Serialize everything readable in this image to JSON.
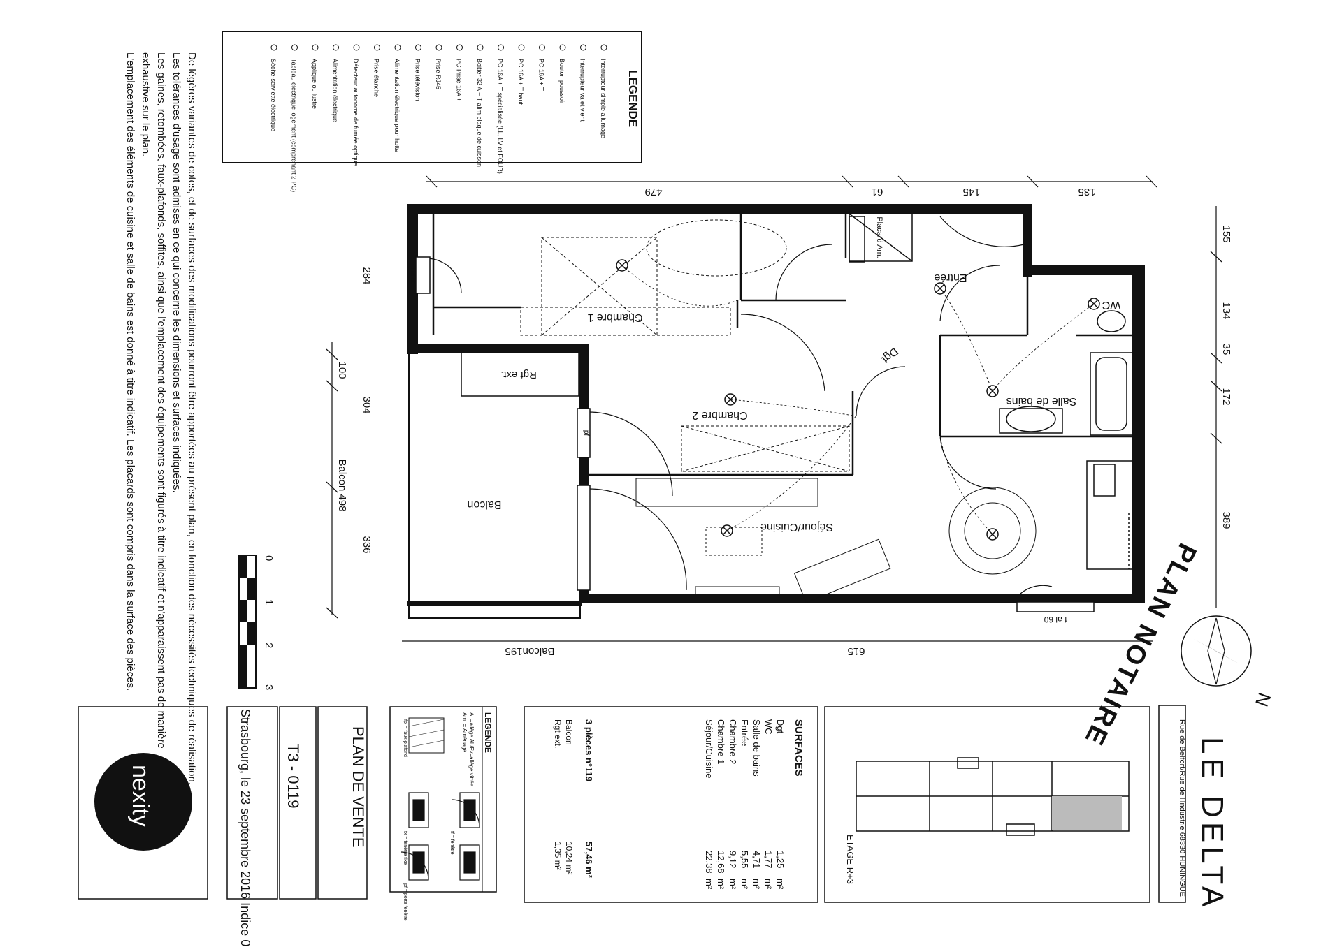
{
  "legend_symbols": {
    "title": "LEGENDE",
    "items": [
      "Interrupteur simple allumage",
      "Interrupteur va et vient",
      "Bouton poussoir",
      "PC 16A + T",
      "PC 16A + T haut",
      "PC 16A + T spécialisée (LL, LV et FOUR)",
      "Boitier 32 A + T alim plaque de cuisson",
      "PC Prise 16A + T",
      "Prise RJ45",
      "Prise télévision",
      "Alimentation électrique pour hotte",
      "Prise étanche",
      "Détecteur autonome de fumée optique",
      "Alimentation électrique",
      "Applique ou lustre",
      "Tableau électrique logement (comprenant 2 PC)",
      "Sèche-serviette électrique"
    ]
  },
  "disclaimer": [
    "De légères variantes de cotes, et de surfaces des modifications pourront être apportées au présent plan, en fonction des nécessités techniques de réalisation.",
    "Les tolérances d'usage sont admises en ce qui concerne les dimensions et surfaces indiquées.",
    "Les gaines, retombées, faux-plafonds, soffites, ainsi que l'emplacement des équipements sont figurés à titre indicatif et n'apparaissent pas de manière",
    "exhaustive sur le plan.",
    "L'emplacement des éléments de cuisine et salle de bains est donné à titre indicatif. Les placards sont compris dans la surface des pièces."
  ],
  "dimensions": {
    "top": [
      "479",
      "61",
      "145",
      "135"
    ],
    "right": [
      "155",
      "134",
      "35",
      "172",
      "389"
    ],
    "left": [
      "284",
      "100",
      "304",
      "Balcon 498",
      "336"
    ],
    "bottom": [
      "Balcon195",
      "615"
    ]
  },
  "rooms": {
    "chambre1": "Chambre 1",
    "chambre2": "Chambre 2",
    "entree": "Entrée",
    "dgt": "Dgt",
    "wc": "WC",
    "salle_de_bains": "Salle de bains",
    "sejour": "Séjour/Cuisine",
    "balcon": "Balcon",
    "rgt": "Rgt ext.",
    "placard": "Placard Am.",
    "f_al_60": "f al 60",
    "fal": "f al 60",
    "pf": "pf"
  },
  "plan_title": "PLAN NOTAIRE",
  "north": "N",
  "scale": [
    "0",
    "1",
    "2",
    "3"
  ],
  "project": {
    "name": "LE DELTA",
    "address": "Rue de Belfort/Rue de l'Industrie 68330 HUNINGUE",
    "floor": "ETAGE   R+3"
  },
  "surfaces": {
    "title": "SURFACES",
    "rows": [
      {
        "name": "Dgt",
        "value": "1,25",
        "unit": "m²"
      },
      {
        "name": "WC",
        "value": "1,77",
        "unit": "m²"
      },
      {
        "name": "Salle de bains",
        "value": "4,71",
        "unit": "m²"
      },
      {
        "name": "Entrée",
        "value": "5,55",
        "unit": "m²"
      },
      {
        "name": "Chambre 2",
        "value": "9,12",
        "unit": "m²"
      },
      {
        "name": "Chambre 1",
        "value": "12,68",
        "unit": "m²"
      },
      {
        "name": "Séjour/Cuisine",
        "value": "22,38",
        "unit": "m²"
      }
    ],
    "total_label": "3 pièces n°119",
    "total_value": "57,46 m²",
    "extras": [
      {
        "name": "Balcon",
        "value": "10,24 m²"
      },
      {
        "name": "Rgt ext.",
        "value": "1,35 m²"
      }
    ]
  },
  "legend2": {
    "title": "LEGENDE",
    "line1": "AL=allège   AL/Fv=allège vitrée",
    "line2": "Am. = Aménagé",
    "fpl": "fpl = faux-plafond",
    "ff": "ff = fenêtre",
    "fixe": "fx = fenêtre fixe",
    "pf": "pf = porte fenêtre"
  },
  "sale": {
    "title": "PLAN DE VENTE",
    "ref": "T3 - 0119",
    "date": "Strasbourg, le 23 septembre 2016  Indice 0"
  },
  "logo": "nexity"
}
